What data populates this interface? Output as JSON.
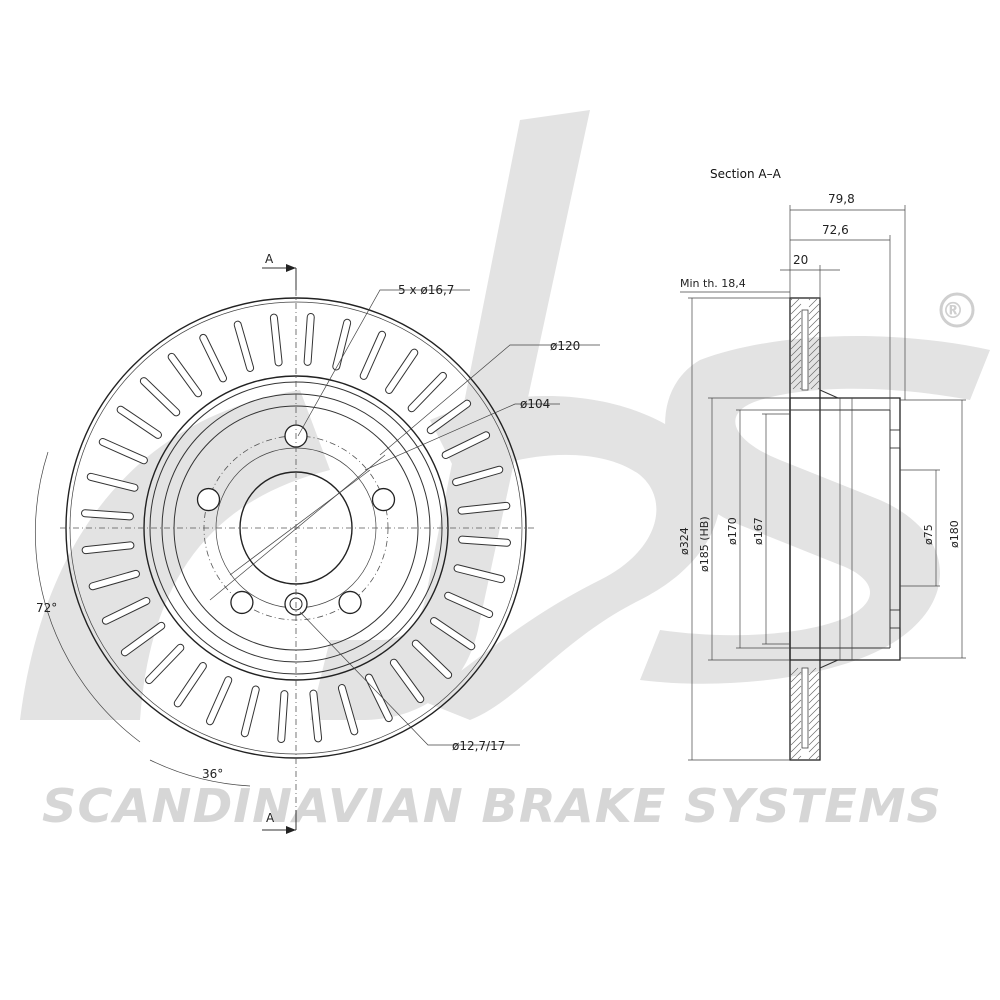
{
  "logo": {
    "mark": "sbs",
    "registered": "®",
    "company": "SCANDINAVIAN BRAKE SYSTEMS"
  },
  "front_view": {
    "section_marker_top": "A",
    "section_marker_bottom": "A",
    "bolt_holes_label": "5 x ø16,7",
    "pcd_label": "ø120",
    "inner_ring_label": "ø104",
    "center_hole_label": "ø12,7/17",
    "angle_big_label": "72°",
    "angle_small_label": "36°",
    "vane_count": 36,
    "bolt_count": 5
  },
  "section_view": {
    "title": "Section A–A",
    "dims": {
      "overall_height": "79,8",
      "hat_height": "72,6",
      "thickness": "20",
      "min_thickness": "Min th. 18,4",
      "outer_diameter": "ø324",
      "hb_diameter": "ø185 (HB)",
      "d170": "ø170",
      "d167": "ø167",
      "d75": "ø75",
      "d180": "ø180"
    }
  }
}
